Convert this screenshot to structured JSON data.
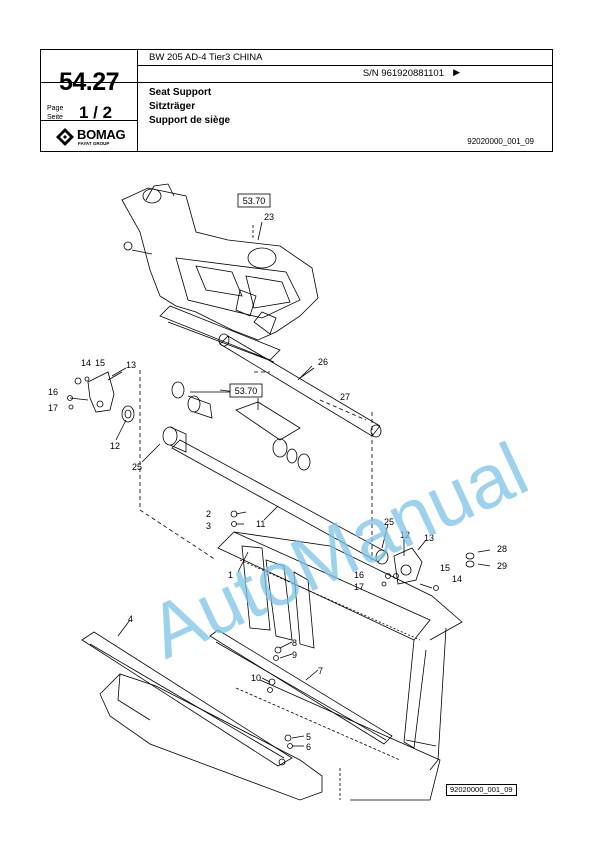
{
  "header": {
    "model": "BW 205 AD-4 Tier3 CHINA",
    "serial": "S/N 961920881101",
    "serial_arrow": "▶",
    "section_code": "54.27",
    "page_label_en": "Page",
    "page_label_de": "Seite",
    "page_number": "1 / 2",
    "title_en": "Seat Support",
    "title_de": "Sitzträger",
    "title_fr": "Support de siège",
    "document_number": "92020000_001_09",
    "logo_text": "BOMAG",
    "logo_subtext": "FAYAT GROUP"
  },
  "drawing": {
    "reference_boxes": [
      "53.70",
      "53.70"
    ],
    "part_labels": [
      "23",
      "26",
      "14",
      "15",
      "13",
      "16",
      "17",
      "12",
      "27",
      "25",
      "11",
      "2",
      "3",
      "25",
      "12",
      "13",
      "28",
      "29",
      "16",
      "17",
      "15",
      "14",
      "1",
      "4",
      "8",
      "9",
      "7",
      "10",
      "5",
      "6"
    ],
    "watermark": "AutoManual"
  },
  "footer": {
    "drawing_number": "92020000_001_09"
  }
}
